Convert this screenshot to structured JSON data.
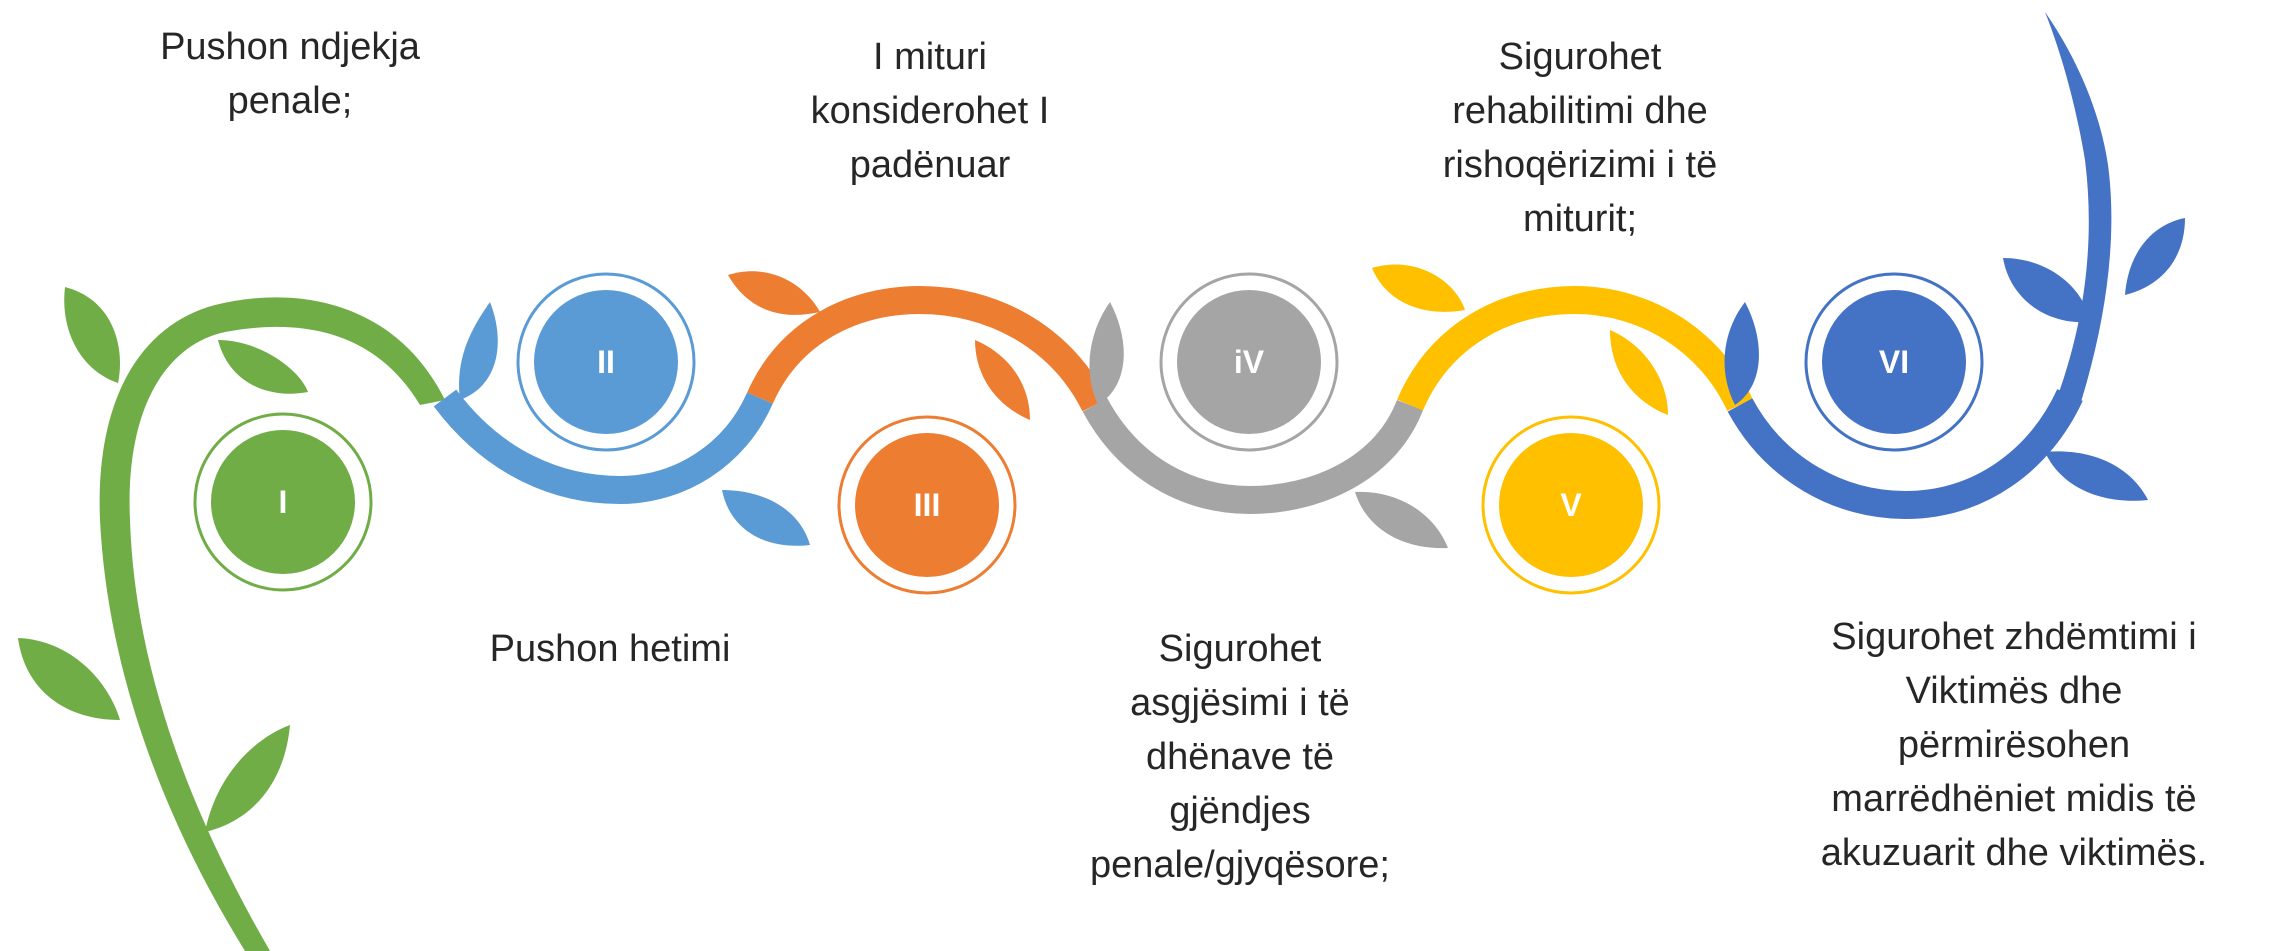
{
  "steps": [
    {
      "num": "I",
      "color": "#70AD47",
      "text": "Pushon ndjekja\npenale;"
    },
    {
      "num": "II",
      "color": "#5B9BD5",
      "text": "Pushon hetimi"
    },
    {
      "num": "III",
      "color": "#ED7D31",
      "text": "I mituri\nkonsiderohet I\npadënuar"
    },
    {
      "num": "iV",
      "color": "#A5A5A5",
      "text": "Sigurohet\nasgjësimi i të\ndhënave të\ngjëndjes\npenale/gjyqësore;"
    },
    {
      "num": "V",
      "color": "#FFC000",
      "text": "Sigurohet\nrehabilitimi dhe\nrishoqërizimi i të\nmiturit;"
    },
    {
      "num": "VI",
      "color": "#4472C4",
      "text": "Sigurohet zhdëmtimi i\nViktimës dhe\npërmirësohen\nmarrëdhëniet midis të\nakuzuarit dhe viktimës."
    }
  ]
}
